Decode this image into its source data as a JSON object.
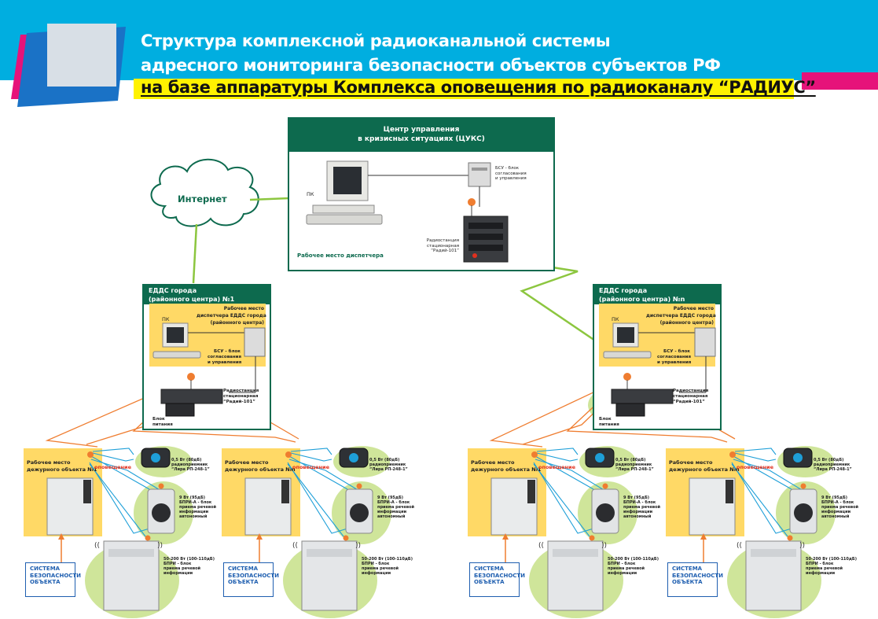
{
  "header": {
    "line1": "Структура комплексной радиоканальной системы",
    "line2": "адресного мониторинга безопасности объектов субъектов РФ",
    "line3": "на базе аппаратуры Комплекса оповещения по радиоканалу “РАДИУС”"
  },
  "internet": {
    "label": "Интернет"
  },
  "center": {
    "title_line1": "Центр управления",
    "title_line2": "в кризисных ситуациях (ЦУКС)",
    "pc_label": "ПК",
    "bsu_label": [
      "БСУ - блок",
      "согласования",
      "и управления"
    ],
    "radio_label": [
      "Радиостанция",
      "стационарная",
      "“Радий-101”"
    ],
    "workplace": "Рабочее место диспетчера"
  },
  "edds": [
    {
      "title_line1": "ЕДДС города",
      "title_line2": "(районного центра) №1",
      "workplace": [
        "Рабочее место",
        "диспетчера ЕДДС города",
        "(районного центра)"
      ],
      "pc_label": "ПК",
      "bsu_label": [
        "БСУ - блок",
        "согласования",
        "и управления"
      ],
      "radio_label": [
        "Радиостанция",
        "стационарная",
        "“Радий-101”"
      ],
      "power_label": [
        "Блок",
        "питания"
      ]
    },
    {
      "title_line1": "ЕДДС города",
      "title_line2": "(районного центра) №n",
      "workplace": [
        "Рабочее место",
        "диспетчера ЕДДС города",
        "(районного центра)"
      ],
      "pc_label": "ПК",
      "bsu_label": [
        "БСУ - блок",
        "согласования",
        "и управления"
      ],
      "radio_label": [
        "Радиостанция",
        "стационарная",
        "“Радий-101”"
      ],
      "power_label": [
        "Блок",
        "питания"
      ]
    }
  ],
  "objects": [
    {
      "title": [
        "Рабочее место",
        "дежурного объекта №1"
      ]
    },
    {
      "title": [
        "Рабочее место",
        "дежурного объекта №n"
      ]
    },
    {
      "title": [
        "Рабочее место",
        "дежурного объекта №1"
      ]
    },
    {
      "title": [
        "Рабочее место",
        "дежурного объекта №n"
      ]
    }
  ],
  "object_common": {
    "alert": "оповещение",
    "receiver": [
      "0,5 Вт (80дБ)",
      "радиоприемник",
      "“Лира РП-248-1”"
    ],
    "bpri_a": [
      "9 Вт (95дБ)",
      "БПРИ-А - блок",
      "приема речевой",
      "информации",
      "автономный"
    ],
    "bpri": [
      "50-200 Вт (100-110дБ)",
      "БПРИ - блок",
      "приема речевой",
      "информации"
    ],
    "security": [
      "СИСТЕМА",
      "БЕЗОПАСНОСТИ",
      "ОБЪЕКТА"
    ]
  },
  "colors": {
    "banner_cyan": "#00aee0",
    "banner_yellow": "#fff200",
    "banner_magenta": "#e6137a",
    "panel_green": "#0d6a4e",
    "zone_yellow": "#ffd966",
    "ellipse_green": "#cfe59a",
    "link_orange": "#ef7d30",
    "link_blue": "#1e9fd8",
    "link_green": "#8cc63f"
  }
}
